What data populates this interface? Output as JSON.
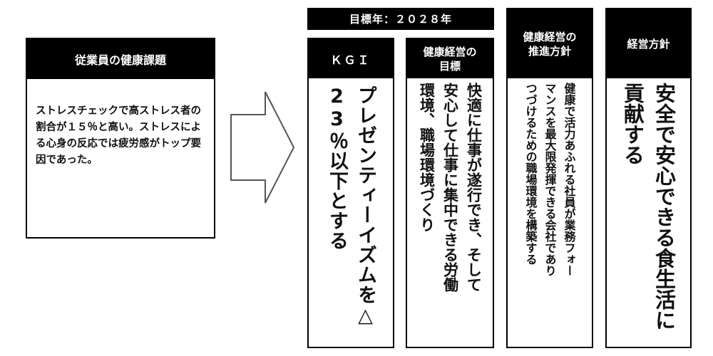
{
  "issue": {
    "title": "従業員の健康課題",
    "body": "ストレスチェックで高ストレス者の割合が１５％と高い。ストレスによる心身の反応では疲労感がトップ要因であった。"
  },
  "target_banner": "目標年：２０２８年",
  "kgi": {
    "title": "ＫＧＩ",
    "body": "プレゼンティーイズムを△\n23％以下とする"
  },
  "goal": {
    "title": "健康経営の\n目標",
    "body": "快適に仕事が遂行でき、そして\n安心して仕事に集中できる労働\n環境、職場環境づくり"
  },
  "policy": {
    "title": "健康経営の\n推進方針",
    "body": "健康で活力あふれる社員が業務フォー\nマンスを最大限発揮できる会社であり\nつづけるための職場環境を構築する"
  },
  "mgmt": {
    "title": "経営方針",
    "body": "安全で安心できる食生活に\n貢献する"
  },
  "colors": {
    "header_bg": "#000000",
    "header_text": "#ffffff",
    "border": "#000000",
    "arrow_stroke": "#555555"
  }
}
